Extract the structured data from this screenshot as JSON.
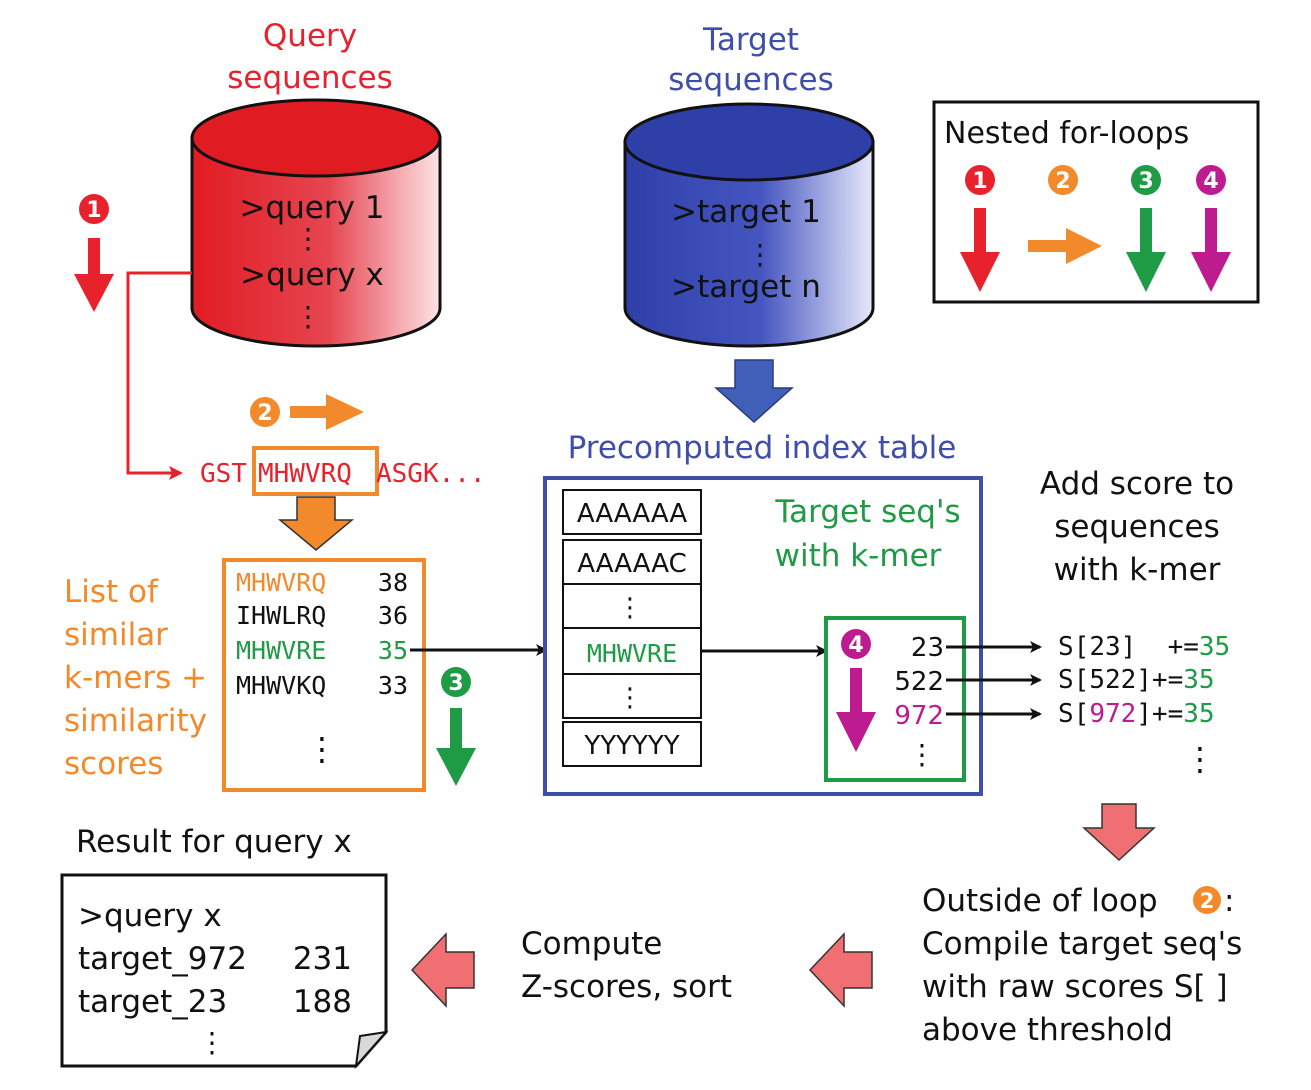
{
  "query_db": {
    "title_line1": "Query",
    "title_line2": "sequences",
    "entry1": ">query 1",
    "entry2": ">query x"
  },
  "target_db": {
    "title_line1": "Target",
    "title_line2": "sequences",
    "entry1": ">target 1",
    "entry2": ">target n"
  },
  "legend": {
    "title": "Nested for-loops",
    "loops": [
      "1",
      "2",
      "3",
      "4"
    ]
  },
  "loop_markers": {
    "one": "1",
    "two": "2",
    "three": "3",
    "four": "4"
  },
  "query_sequence": {
    "prefix": "GST",
    "kmer": "MHWVRQ",
    "suffix": "ASGK..."
  },
  "similar_kmers": {
    "label_lines": [
      "List of",
      "similar",
      "k-mers +",
      "similarity",
      "scores"
    ],
    "rows": [
      {
        "kmer": "MHWVRQ",
        "score": "38"
      },
      {
        "kmer": "IHWLRQ",
        "score": "36"
      },
      {
        "kmer": "MHWVRE",
        "score": "35"
      },
      {
        "kmer": "MHWVKQ",
        "score": "33"
      }
    ]
  },
  "index_table": {
    "title": "Precomputed index table",
    "rows": [
      "AAAAAA",
      "AAAAAC",
      "MHWVRE",
      "YYYYYY"
    ],
    "target_label_line1": "Target seq's",
    "target_label_line2": "with k-mer",
    "target_ids": [
      "23",
      "522",
      "972"
    ]
  },
  "add_score": {
    "label_lines": [
      "Add score to",
      "sequences",
      "with k-mer"
    ],
    "rows": [
      {
        "prefix": "S[",
        "id": "23",
        "suffix": "]  +=",
        "score": "35"
      },
      {
        "prefix": "S[",
        "id": "522",
        "suffix": "]+=",
        "score": "35"
      },
      {
        "prefix": "S[",
        "id": "972",
        "suffix": "]+=",
        "score": "35"
      }
    ]
  },
  "outside_loop": {
    "line1": "Outside of loop",
    "line1_suffix": ":",
    "line2": "Compile target seq's",
    "line3": "with raw scores S[ ]",
    "line4": "above threshold"
  },
  "compute": {
    "line1": "Compute",
    "line2": "Z-scores, sort"
  },
  "result": {
    "title": "Result for query x",
    "header": ">query x",
    "rows": [
      {
        "name": "target_972",
        "score": "231"
      },
      {
        "name": "target_23",
        "score": "188"
      }
    ]
  },
  "colors": {
    "red": "#e8222d",
    "orange": "#f28a2c",
    "green": "#1f9a45",
    "magenta": "#bd1b8f",
    "blue": "#3f4ea8",
    "pink": "#ef6f72"
  }
}
